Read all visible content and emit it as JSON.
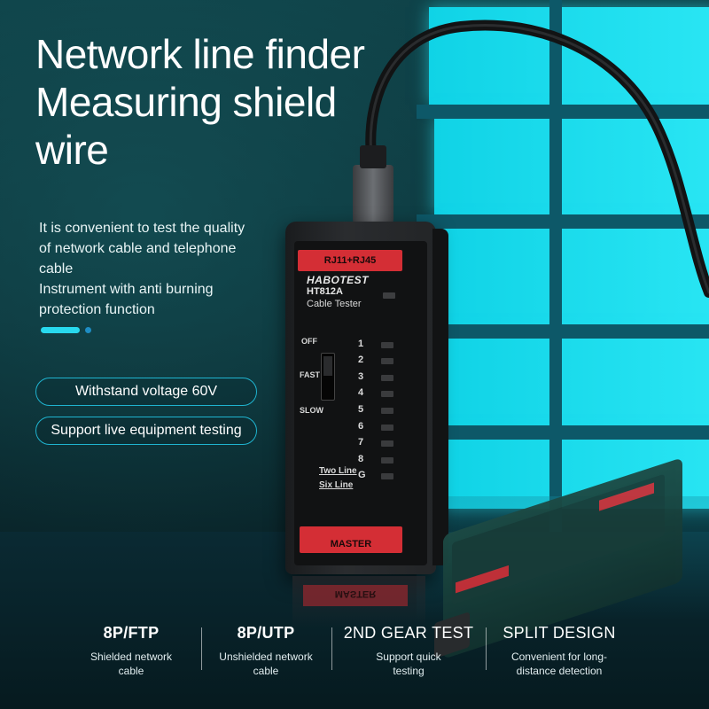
{
  "headline": {
    "line1": "Network line finder",
    "line2": "Measuring shield",
    "line3": "wire"
  },
  "description": {
    "line1": "It is convenient to test the quality",
    "line2": "of network cable and telephone",
    "line3": "cable",
    "line4": "Instrument with anti burning",
    "line5": "protection function"
  },
  "badges": {
    "voltage": "Withstand voltage 60V",
    "live": "Support live equipment testing"
  },
  "device": {
    "port_label": "RJ11+RJ45",
    "brand": "HABOTEST",
    "model": "HT812A",
    "model_desc": "Cable Tester",
    "switch_off": "OFF",
    "switch_fast": "FAST",
    "switch_slow": "SLOW",
    "leds": [
      "1",
      "2",
      "3",
      "4",
      "5",
      "6",
      "7",
      "8",
      "G"
    ],
    "two_line": "Two Line",
    "six_line": "Six Line",
    "bottom_label": "MASTER",
    "reflection_label": "MASTER"
  },
  "features": [
    {
      "title": "8P/FTP",
      "sub1": "Shielded network",
      "sub2": "cable"
    },
    {
      "title": "8P/UTP",
      "sub1": "Unshielded network",
      "sub2": "cable"
    },
    {
      "title": "2ND GEAR TEST",
      "sub1": "Support quick",
      "sub2": "testing"
    },
    {
      "title": "SPLIT DESIGN",
      "sub1": "Convenient for long-",
      "sub2": "distance detection"
    }
  ],
  "colors": {
    "accent_cyan": "#28d9ee",
    "device_red": "#d42e35",
    "badge_border": "#1fb4d0"
  }
}
